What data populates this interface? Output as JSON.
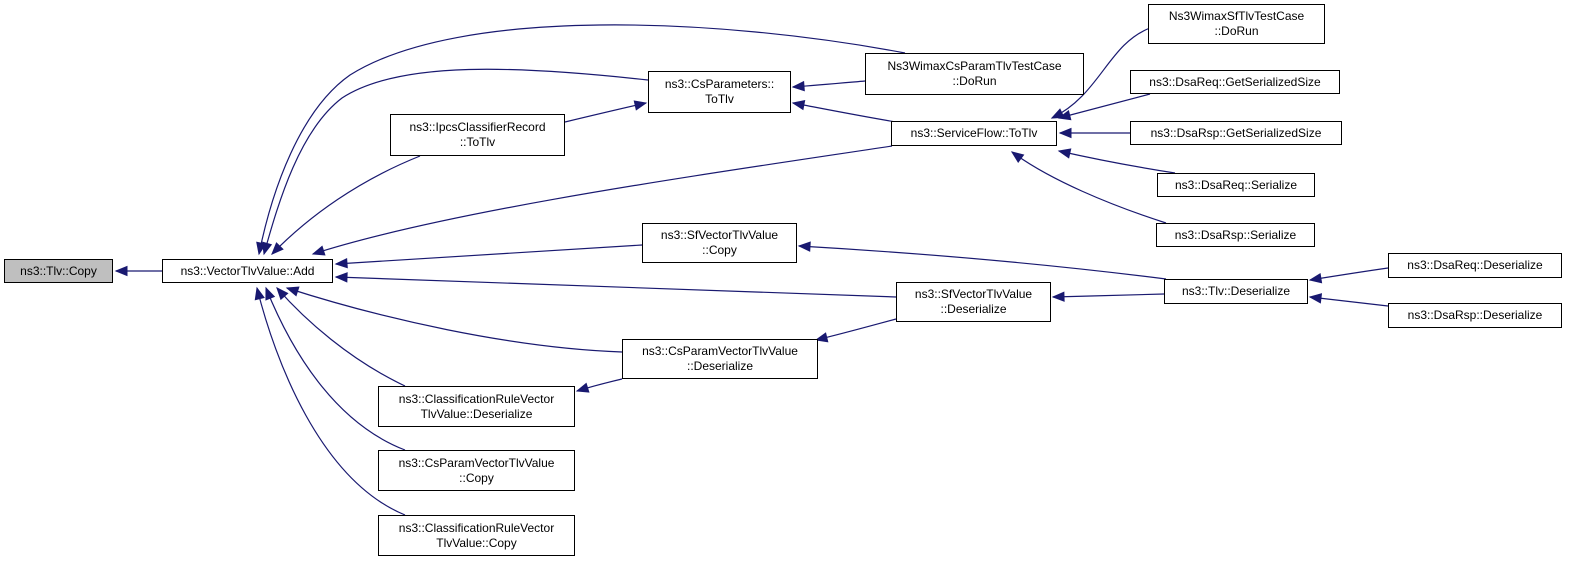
{
  "colors": {
    "edge": "#191970",
    "root_fill": "#bfbfbf",
    "node_fill": "#ffffff",
    "border": "#000000"
  },
  "nodes": {
    "tlv_copy": [
      "ns3::Tlv::Copy"
    ],
    "vector_add": [
      "ns3::VectorTlvValue::Add"
    ],
    "ipcs_totlv": [
      "ns3::IpcsClassifierRecord",
      "::ToTlv"
    ],
    "cs_params_totlv": [
      "ns3::CsParameters::",
      "ToTlv"
    ],
    "wimax_csparam_dorun": [
      "Ns3WimaxCsParamTlvTestCase",
      "::DoRun"
    ],
    "wimax_sf_dorun": [
      "Ns3WimaxSfTlvTestCase",
      "::DoRun"
    ],
    "serviceflow_totlv": [
      "ns3::ServiceFlow::ToTlv"
    ],
    "dsareq_getsize": [
      "ns3::DsaReq::GetSerializedSize"
    ],
    "dsarsp_getsize": [
      "ns3::DsaRsp::GetSerializedSize"
    ],
    "dsareq_serialize": [
      "ns3::DsaReq::Serialize"
    ],
    "dsarsp_serialize": [
      "ns3::DsaRsp::Serialize"
    ],
    "sfvector_copy": [
      "ns3::SfVectorTlvValue",
      "::Copy"
    ],
    "sfvector_deserialize": [
      "ns3::SfVectorTlvValue",
      "::Deserialize"
    ],
    "tlv_deserialize": [
      "ns3::Tlv::Deserialize"
    ],
    "dsareq_deserialize": [
      "ns3::DsaReq::Deserialize"
    ],
    "dsarsp_deserialize": [
      "ns3::DsaRsp::Deserialize"
    ],
    "csparamvector_deserialize": [
      "ns3::CsParamVectorTlvValue",
      "::Deserialize"
    ],
    "classrule_deserialize": [
      "ns3::ClassificationRuleVector",
      "TlvValue::Deserialize"
    ],
    "csparamvector_copy": [
      "ns3::CsParamVectorTlvValue",
      "::Copy"
    ],
    "classrule_copy": [
      "ns3::ClassificationRuleVector",
      "TlvValue::Copy"
    ]
  },
  "edges": [
    [
      "vector_add",
      "tlv_copy"
    ],
    [
      "wimax_csparam_dorun",
      "vector_add"
    ],
    [
      "cs_params_totlv",
      "vector_add"
    ],
    [
      "ipcs_totlv",
      "vector_add"
    ],
    [
      "serviceflow_totlv",
      "vector_add"
    ],
    [
      "sfvector_copy",
      "vector_add"
    ],
    [
      "sfvector_deserialize",
      "vector_add"
    ],
    [
      "csparamvector_deserialize",
      "vector_add"
    ],
    [
      "classrule_deserialize",
      "vector_add"
    ],
    [
      "csparamvector_copy",
      "vector_add"
    ],
    [
      "classrule_copy",
      "vector_add"
    ],
    [
      "ipcs_totlv",
      "cs_params_totlv"
    ],
    [
      "wimax_csparam_dorun",
      "cs_params_totlv"
    ],
    [
      "serviceflow_totlv",
      "cs_params_totlv"
    ],
    [
      "wimax_sf_dorun",
      "serviceflow_totlv"
    ],
    [
      "dsareq_getsize",
      "serviceflow_totlv"
    ],
    [
      "dsarsp_getsize",
      "serviceflow_totlv"
    ],
    [
      "dsareq_serialize",
      "serviceflow_totlv"
    ],
    [
      "dsarsp_serialize",
      "serviceflow_totlv"
    ],
    [
      "tlv_deserialize",
      "sfvector_copy"
    ],
    [
      "tlv_deserialize",
      "sfvector_deserialize"
    ],
    [
      "dsareq_deserialize",
      "tlv_deserialize"
    ],
    [
      "dsarsp_deserialize",
      "tlv_deserialize"
    ],
    [
      "sfvector_deserialize",
      "csparamvector_deserialize"
    ],
    [
      "csparamvector_deserialize",
      "classrule_deserialize"
    ]
  ]
}
